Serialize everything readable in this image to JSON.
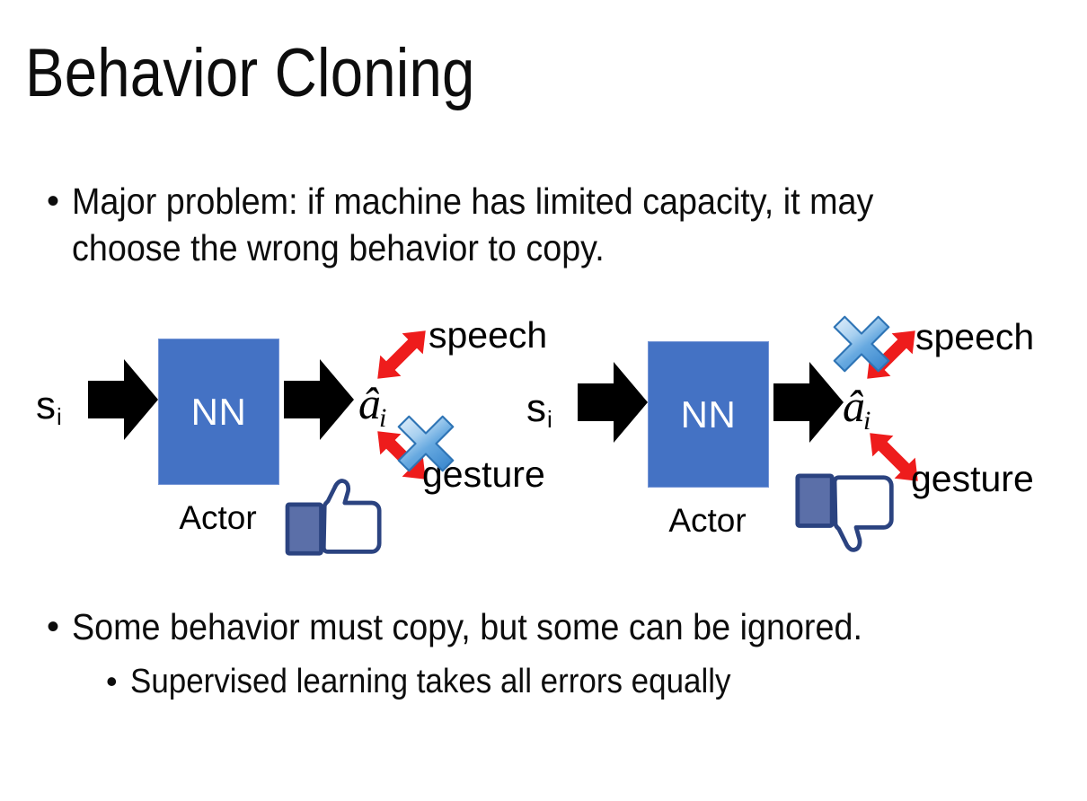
{
  "slide": {
    "title": "Behavior Cloning",
    "background_color": "#FFFFFF",
    "text_color": "#0D0D0D"
  },
  "bullets": {
    "top": "Major problem: if machine has limited capacity, it may choose the wrong behavior to copy.",
    "bottom_level1": "Some behavior must copy, but some can be ignored.",
    "bottom_level2": "Supervised learning takes all errors equally",
    "marker": "•"
  },
  "colors": {
    "nn_box_fill": "#4472C4",
    "nn_box_border": "#7595D6",
    "nn_text": "#FFFFFF",
    "arrow_black": "#000000",
    "arrow_red": "#EE1C1C",
    "cross_blue_light": "#CFE3F7",
    "cross_blue_mid": "#6FAEE3",
    "cross_blue_dark": "#2E74B5",
    "thumb_outline": "#3B5998",
    "thumb_fill": "#FFFFFF",
    "thumb_cuff": "#5B6FA8"
  },
  "diagrams": [
    {
      "id": "left-diagram",
      "input_label": "s",
      "input_subscript": "i",
      "box_label": "NN",
      "box_caption": "Actor",
      "output_label": "â",
      "output_subscript": "i",
      "branch_upper": "speech",
      "branch_lower": "gesture",
      "crossed_branch": "gesture",
      "verdict_icon": "thumbs-up-icon",
      "verdict": "positive"
    },
    {
      "id": "right-diagram",
      "input_label": "s",
      "input_subscript": "i",
      "box_label": "NN",
      "box_caption": "Actor",
      "output_label": "â",
      "output_subscript": "i",
      "branch_upper": "speech",
      "branch_lower": "gesture",
      "crossed_branch": "speech",
      "verdict_icon": "thumbs-down-icon",
      "verdict": "negative"
    }
  ]
}
